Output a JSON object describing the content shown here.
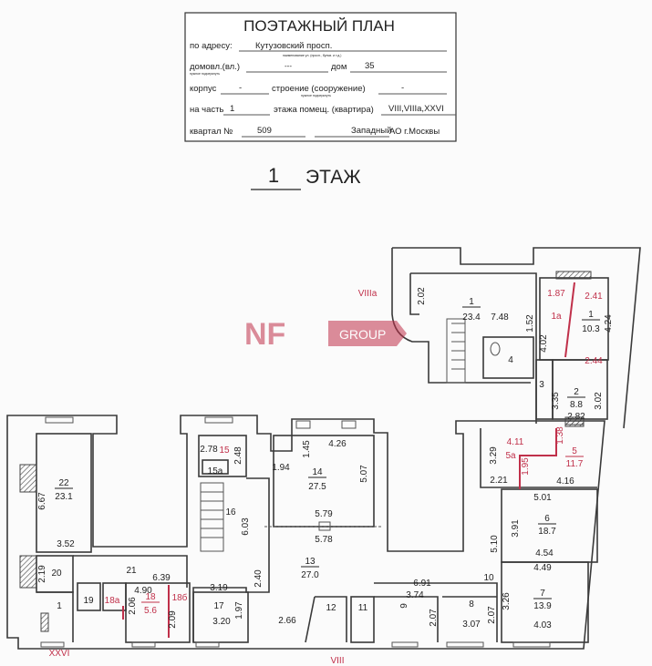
{
  "title_block": {
    "heading": "ПОЭТАЖНЫЙ ПЛАН",
    "address_label": "по адресу:",
    "address_value": "Кутузовский просп.",
    "address_note": "наименование ул. (просп., бульв. и т.д.)",
    "domovl_label": "домовл.(вл.)",
    "domovl_value": "---",
    "domovl_note": "нужное подчеркнуть",
    "dom_label": "дом",
    "dom_value": "35",
    "korpus_label": "корпус",
    "korpus_value": "-",
    "stroenie_label": "строение (сооружение)",
    "stroenie_value": "-",
    "stroenie_note": "нужное подчеркнуть",
    "part_label": "на часть",
    "part_value": "1",
    "floor_label": "этажа помещ. (квартира)",
    "floor_value": "VIII,VIIIa,XXVI",
    "kvartal_label": "квартал №",
    "kvartal_value": "509",
    "district_value": "Западный",
    "district_suffix": "АО г.Москвы"
  },
  "floor_title": {
    "number": "1",
    "label": "ЭТАЖ"
  },
  "watermark": {
    "text": "NF GROUP",
    "color": "#c0304a"
  },
  "colors": {
    "wall": "#3a3a3a",
    "accent_red": "#c0304a"
  },
  "plan": {
    "labels": {
      "VIIIa": "VIIIa",
      "u_202": "2.02",
      "r1": "1",
      "r1_area": "23.4",
      "u_748": "7.48",
      "u_152": "1.52",
      "u_402": "4.02",
      "r4": "4",
      "u_187": "1.87",
      "u_241": "2.41",
      "r1a": "1a",
      "r1b": "1",
      "r1b_area": "10.3",
      "u_424": "4.24",
      "u_244": "2.44",
      "r3": "3",
      "r2": "2",
      "r2_area": "8.8",
      "u_335": "3.35",
      "u_302": "3.02",
      "u_282": "2.82",
      "r22": "22",
      "r22_area": "23.1",
      "l_667": "6.67",
      "l_352": "3.52",
      "l_219": "2.19",
      "r20": "20",
      "r21": "21",
      "l_639": "6.39",
      "r19": "19",
      "r18a": "18a",
      "l_490": "4.90",
      "l_206": "2.06",
      "r18": "18",
      "r18_area": "5.6",
      "l_209": "2.09",
      "r18b": "18б",
      "rXXVI_1": "1",
      "XXVI": "XXVI",
      "l_278": "2.78",
      "r15": "15",
      "l_248": "2.48",
      "r15a": "15a",
      "l_194": "1.94",
      "r16": "16",
      "l_603": "6.03",
      "r17": "17",
      "l_319": "3.19",
      "l_320": "3.20",
      "l_197": "1.97",
      "l_240": "2.40",
      "l_266": "2.66",
      "m_145": "1.45",
      "m_426": "4.26",
      "r14": "14",
      "r14_area": "27.5",
      "m_507": "5.07",
      "m_579": "5.79",
      "m_578": "5.78",
      "r13": "13",
      "r13_area": "27.0",
      "r12": "12",
      "r11": "11",
      "VIII": "VIII",
      "m_691": "6.91",
      "m_374": "3.74",
      "r9": "9",
      "m_207a": "2.07",
      "r8": "8",
      "m_307": "3.07",
      "m_207b": "2.07",
      "r10": "10",
      "m_510": "5.10",
      "m_326": "3.26",
      "r7": "7",
      "r7_area": "13.9",
      "m_449": "4.49",
      "m_403": "4.03",
      "r6": "6",
      "r6_area": "18.7",
      "m_391": "3.91",
      "m_454": "4.54",
      "m_501": "5.01",
      "m_329": "3.29",
      "r5a": "5a",
      "m_411": "4.11",
      "m_138": "1.38",
      "r5": "5",
      "r5_area": "11.7",
      "m_195": "1.95",
      "m_221": "2.21",
      "m_416": "4.16"
    }
  }
}
